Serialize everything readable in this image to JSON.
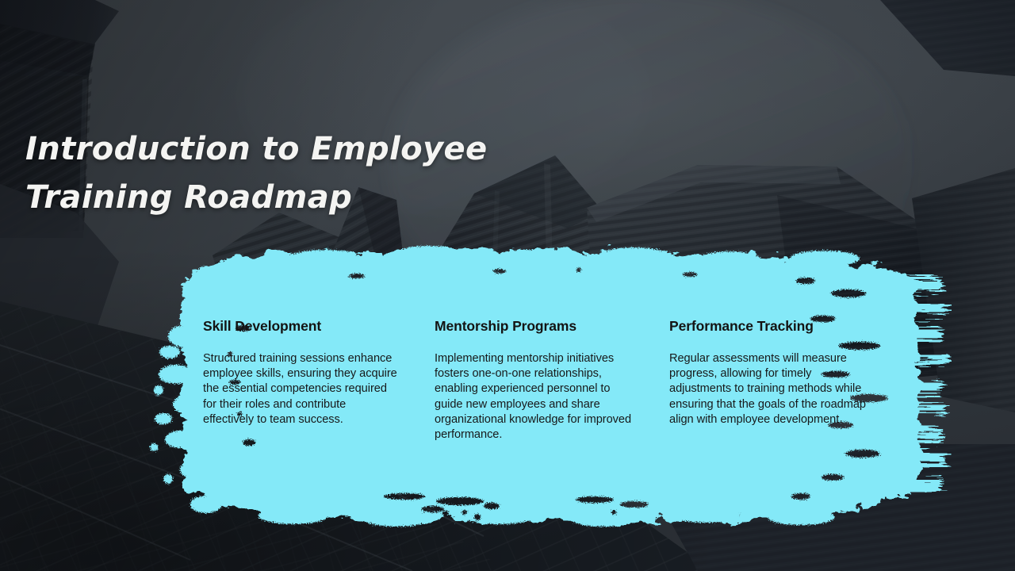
{
  "slide": {
    "title": "Introduction to Employee\nTraining Roadmap",
    "title_line_1": "Introduction to Employee",
    "title_line_2": "Training Roadmap"
  },
  "colors": {
    "accent_splash": "#84E9F8",
    "background_dark": "#3a4046",
    "background_building": "#23282d",
    "title_text": "#F4F4F2",
    "body_text": "#17191A",
    "heading_text": "#141414"
  },
  "columns": [
    {
      "heading": "Skill Development",
      "body": "Structured training sessions enhance employee skills, ensuring they acquire the essential competencies required for their roles and contribute effectively to team success."
    },
    {
      "heading": "Mentorship Programs",
      "body": "Implementing mentorship initiatives fosters one-on-one relationships, enabling experienced personnel to guide new employees and share organizational knowledge for improved performance."
    },
    {
      "heading": "Performance Tracking",
      "body": "Regular assessments will measure progress, allowing for timely adjustments to training methods while ensuring that the goals of the roadmap align with employee development."
    }
  ]
}
